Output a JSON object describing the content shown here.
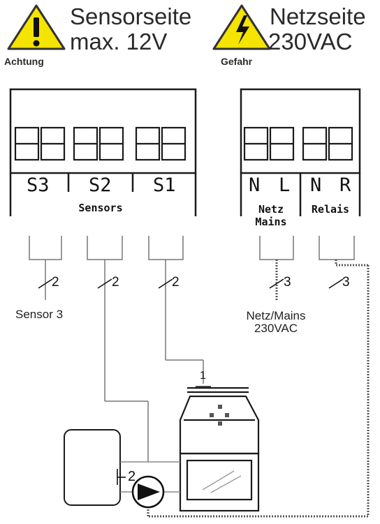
{
  "warnings": {
    "sensor": {
      "line1": "Sensorseite",
      "line2": "max. 12V",
      "badge": "Achtung"
    },
    "mains": {
      "line1": "Netzseite",
      "line2": "230VAC",
      "badge": "Gefahr"
    }
  },
  "terminals": {
    "sensor_labels": [
      "S3",
      "S2",
      "S1"
    ],
    "sensor_group": "Sensors",
    "mains_labels": [
      "N",
      "L",
      "N",
      "R"
    ],
    "netz_group": [
      "Netz",
      "Mains"
    ],
    "relais_group": "Relais"
  },
  "wires": {
    "sensor3": "2",
    "sensor2": "2",
    "sensor1": "2",
    "mains": "3",
    "relais": "3",
    "boiler_tap": "1",
    "tank_tap": "2"
  },
  "labels": {
    "sensor3": "Sensor 3",
    "netz_mains_1": "Netz/Mains",
    "netz_mains_2": "230VAC"
  },
  "colors": {
    "warning_yellow": "#f4e400",
    "line": "#1a1a1a",
    "grid": "#cccccc"
  },
  "icons": [
    "caution-icon",
    "high-voltage-icon",
    "pump-icon"
  ]
}
